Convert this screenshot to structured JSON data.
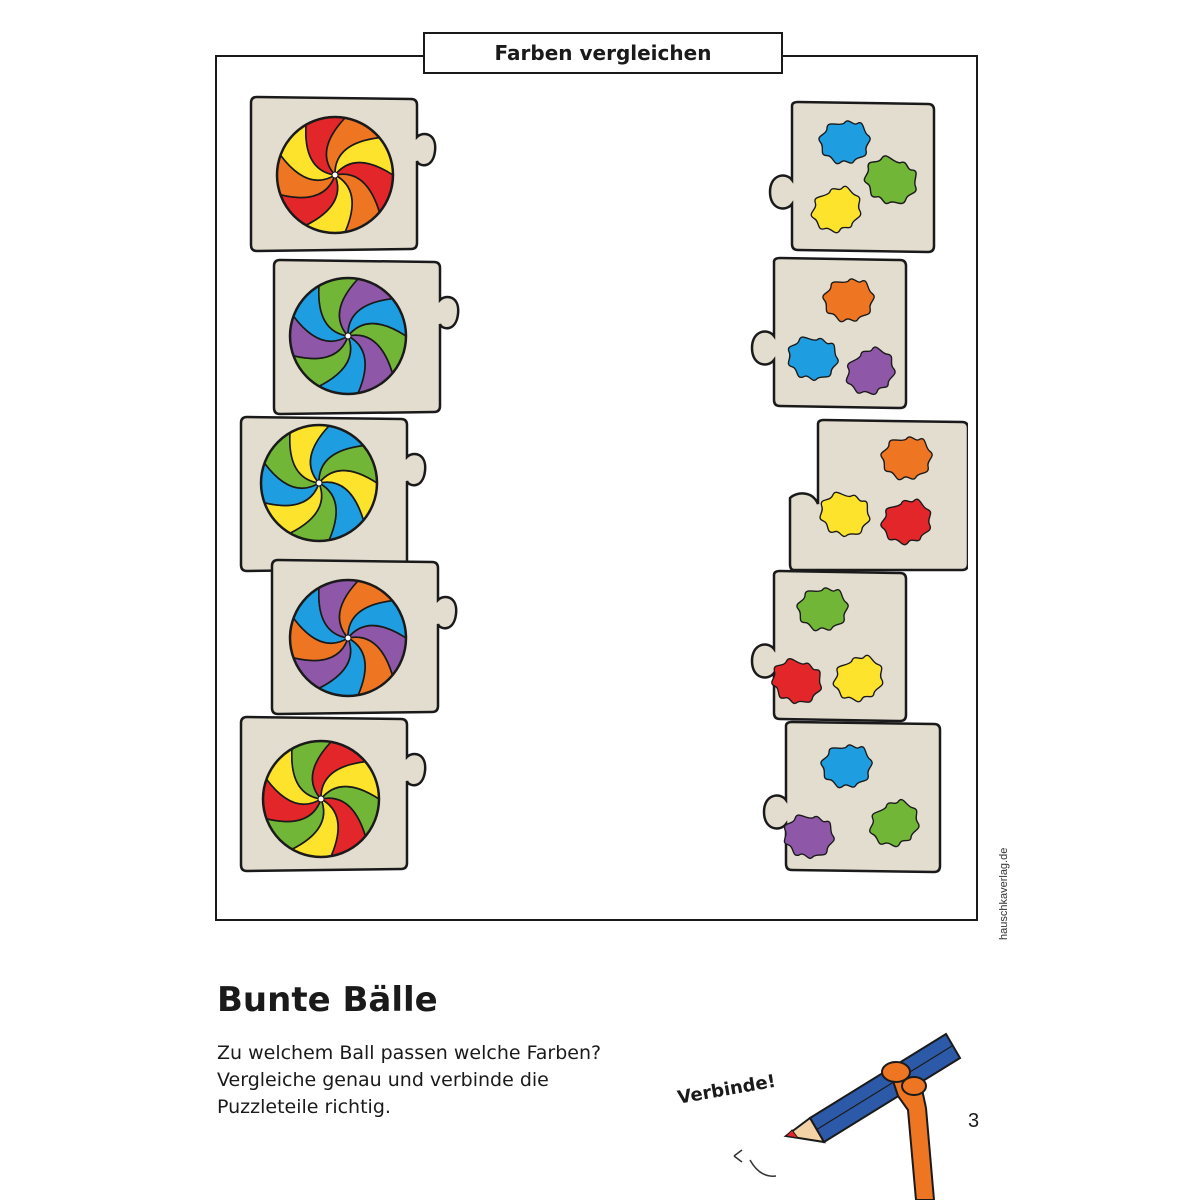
{
  "header": {
    "title": "Farben vergleichen"
  },
  "side_credit": "hauschkaverlag.de",
  "exercise": {
    "title": "Bunte Bälle",
    "instructions": [
      "Zu welchem Ball passen welche Farben?",
      "Vergleiche genau und verbinde die",
      "Puzzleteile richtig."
    ],
    "hint": "Verbinde!",
    "page_number": "3"
  },
  "colors": {
    "tile": "#e3ddd0",
    "red": "#e3262a",
    "orange": "#ee7522",
    "yellow": "#fde32b",
    "green": "#72b638",
    "blue": "#1e9ee0",
    "purple": "#8f57a8",
    "pencil": "#2d5aa8"
  },
  "balls": [
    {
      "colors": [
        "red",
        "orange",
        "yellow"
      ]
    },
    {
      "colors": [
        "green",
        "purple",
        "blue"
      ]
    },
    {
      "colors": [
        "yellow",
        "blue",
        "green"
      ]
    },
    {
      "colors": [
        "purple",
        "orange",
        "blue"
      ]
    },
    {
      "colors": [
        "green",
        "red",
        "yellow"
      ]
    }
  ],
  "splash_cards": [
    {
      "colors": [
        "blue",
        "green",
        "yellow"
      ]
    },
    {
      "colors": [
        "orange",
        "blue",
        "purple"
      ]
    },
    {
      "colors": [
        "orange",
        "yellow",
        "red"
      ]
    },
    {
      "colors": [
        "green",
        "red",
        "yellow"
      ]
    },
    {
      "colors": [
        "blue",
        "purple",
        "green"
      ]
    }
  ]
}
